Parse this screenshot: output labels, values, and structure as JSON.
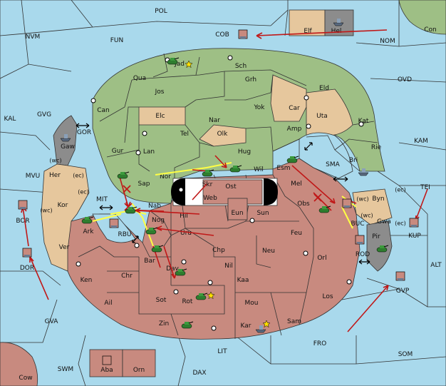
{
  "map": {
    "background_sea": "#a9d9ec",
    "colors": {
      "green_power": "#9ebf85",
      "tan_power": "#e6c79d",
      "rose_power": "#c88a7f",
      "grey_power": "#8c8c8c",
      "order_arrow": "#c01818",
      "support_line": "#ffff44"
    }
  },
  "labels": {
    "POL": "POL",
    "NVM": "NVM",
    "FUN": "FUN",
    "COB": "COB",
    "Elf": "Elf",
    "Hel": "Hel",
    "Con": "Con",
    "NOM": "NOM",
    "OVD": "OVD",
    "KAL": "KAL",
    "GVG": "GVG",
    "GOR": "GOR",
    "Gaw": "Gaw",
    "MVU": "MVU",
    "KAM": "KAM",
    "TEI": "TEI",
    "BOR": "BOR",
    "DOR": "DOR",
    "GVA": "GVA",
    "ALT": "ALT",
    "GVP": "GVP",
    "KUP": "KUP",
    "FRO": "FRO",
    "SOM": "SOM",
    "LIT": "LIT",
    "SWM": "SWM",
    "DAX": "DAX",
    "Cow": "Cow",
    "Aba": "Aba",
    "Orn": "Orn",
    "Jad": "Jad",
    "Sch": "Sch",
    "Qua": "Qua",
    "Jos": "Jos",
    "Grh": "Grh",
    "Eld": "Eld",
    "Can": "Can",
    "Elc": "Elc",
    "Nar": "Nar",
    "Yok": "Yok",
    "Car": "Car",
    "Uta": "Uta",
    "Kat": "Kat",
    "Amp": "Amp",
    "Olk": "Olk",
    "Tel": "Tel",
    "Gur": "Gur",
    "Lan": "Lan",
    "Hug": "Hug",
    "Rie": "Rie",
    "Bri": "Bri",
    "SMA": "SMA",
    "Esm": "Esm",
    "Wil": "Wil",
    "Nor": "Nor",
    "Skr": "Skr",
    "Sap": "Sap",
    "Ost": "Ost",
    "Mel": "Mel",
    "Byn": "Byn",
    "Web": "Web",
    "Her": "Her",
    "Kor": "Kor",
    "MIT": "MIT",
    "Nab": "Nab",
    "Eun": "Eun",
    "Sun": "Sun",
    "Obs": "Obs",
    "Hil": "Hil",
    "BUC": "BUC",
    "Gwa": "Gwa",
    "Ark": "Ark",
    "RBU": "RBU",
    "Nog": "Nog",
    "Uru": "Uru",
    "Feu": "Feu",
    "Pir": "Pir",
    "Ver": "Ver",
    "Chp": "Chp",
    "Neu": "Neu",
    "ROD": "ROD",
    "Orl": "Orl",
    "Bar": "Bar",
    "Nil": "Nil",
    "Dav": "Dav",
    "Ken": "Ken",
    "Chr": "Chr",
    "Kaa": "Kaa",
    "Rot": "Rot",
    "Sot": "Sot",
    "Ail": "Ail",
    "Mou": "Mou",
    "Los": "Los",
    "Zin": "Zin",
    "Kar": "Kar",
    "Sam": "Sam",
    "wc": "(wc)",
    "ec": "(ec)"
  }
}
